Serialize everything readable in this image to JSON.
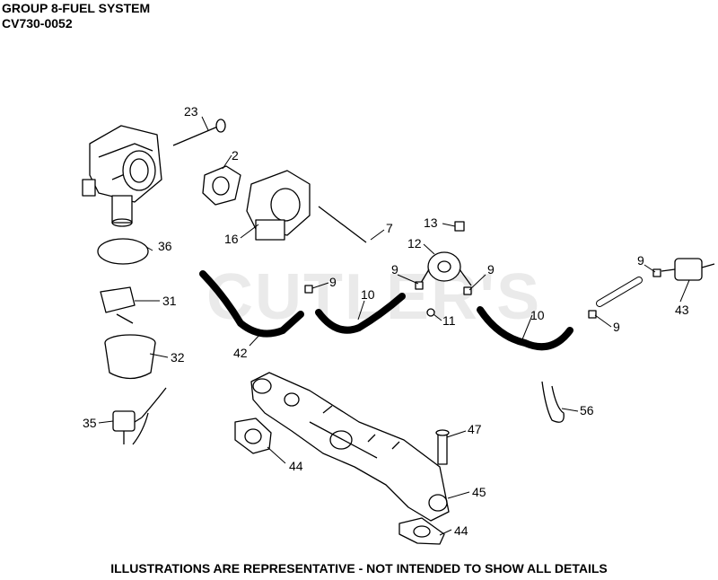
{
  "header": {
    "title": "GROUP 8-FUEL SYSTEM",
    "model": "CV730-0052"
  },
  "watermark": "CUTLER'S",
  "footer": "ILLUSTRATIONS ARE REPRESENTATIVE - NOT INTENDED TO SHOW ALL DETAILS",
  "labels": {
    "p23": "23",
    "p2": "2",
    "p16": "16",
    "p7": "7",
    "p13": "13",
    "p12": "12",
    "p36": "36",
    "p31": "31",
    "p32": "32",
    "p35": "35",
    "p9a": "9",
    "p9b": "9",
    "p9c": "9",
    "p9d": "9",
    "p9e": "9",
    "p10a": "10",
    "p10b": "10",
    "p11": "11",
    "p42": "42",
    "p43": "43",
    "p56": "56",
    "p47": "47",
    "p44a": "44",
    "p44b": "44",
    "p45": "45"
  }
}
